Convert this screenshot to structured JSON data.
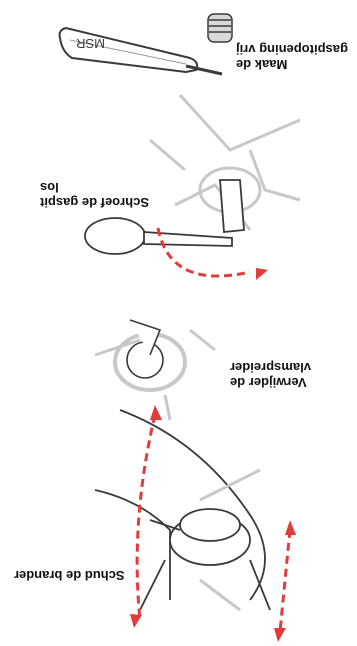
{
  "steps": [
    {
      "line1": "Maak de",
      "line2": "gaspitopening vrij"
    },
    {
      "line1": "Schroef de gaspit",
      "line2": "los"
    },
    {
      "line1": "Verwijder de",
      "line2": "vlamspreider"
    },
    {
      "line1": "Schud de brander",
      "line2": ""
    }
  ],
  "tool_label": "MSR",
  "colors": {
    "arrow": "#e23b3b",
    "line": "#3a3a3a",
    "ghost": "#c8c8c8"
  }
}
